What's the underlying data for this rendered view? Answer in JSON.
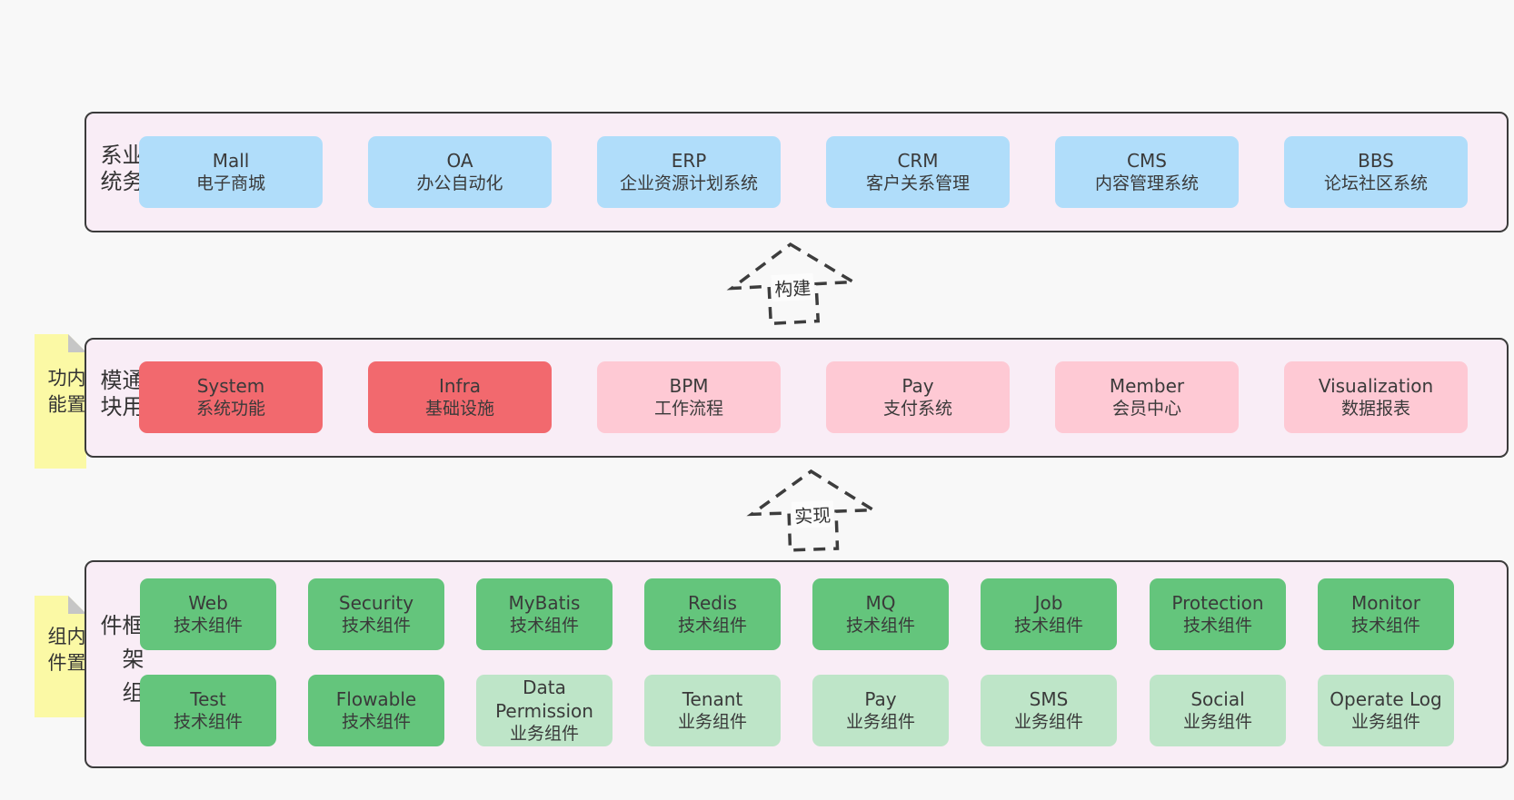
{
  "palette": {
    "page_bg": "#f8f8f8",
    "panel_bg": "#f9edf6",
    "panel_border": "#3b3b3b",
    "blue": "#b0ddfa",
    "red": "#f2696e",
    "pink": "#fec9d4",
    "green": "#64c57c",
    "light_green": "#bee5c8",
    "tag_yellow": "#fbf9a5",
    "tag_fold": "#c6c6c6",
    "text": "#3a3a3a"
  },
  "arrows": {
    "build": {
      "label": "构建"
    },
    "implement": {
      "label": "实现"
    }
  },
  "sections": {
    "business": {
      "label": "业务系统",
      "boxes": [
        {
          "title": "Mall",
          "subtitle": "电子商城"
        },
        {
          "title": "OA",
          "subtitle": "办公自动化"
        },
        {
          "title": "ERP",
          "subtitle": "企业资源计划系统"
        },
        {
          "title": "CRM",
          "subtitle": "客户关系管理"
        },
        {
          "title": "CMS",
          "subtitle": "内容管理系统"
        },
        {
          "title": "BBS",
          "subtitle": "论坛社区系统"
        }
      ]
    },
    "modules": {
      "label": "通用模块",
      "tag": "内置功能",
      "boxes": [
        {
          "title": "System",
          "subtitle": "系统功能"
        },
        {
          "title": "Infra",
          "subtitle": "基础设施"
        },
        {
          "title": "BPM",
          "subtitle": "工作流程"
        },
        {
          "title": "Pay",
          "subtitle": "支付系统"
        },
        {
          "title": "Member",
          "subtitle": "会员中心"
        },
        {
          "title": "Visualization",
          "subtitle": "数据报表"
        }
      ]
    },
    "components": {
      "label": "框架组件",
      "tag": "内置组件",
      "row1": [
        {
          "title": "Web",
          "subtitle": "技术组件"
        },
        {
          "title": "Security",
          "subtitle": "技术组件"
        },
        {
          "title": "MyBatis",
          "subtitle": "技术组件"
        },
        {
          "title": "Redis",
          "subtitle": "技术组件"
        },
        {
          "title": "MQ",
          "subtitle": "技术组件"
        },
        {
          "title": "Job",
          "subtitle": "技术组件"
        },
        {
          "title": "Protection",
          "subtitle": "技术组件"
        },
        {
          "title": "Monitor",
          "subtitle": "技术组件"
        }
      ],
      "row2": [
        {
          "title": "Test",
          "subtitle": "技术组件"
        },
        {
          "title": "Flowable",
          "subtitle": "技术组件"
        },
        {
          "title": "Data Permission",
          "subtitle": "业务组件"
        },
        {
          "title": "Tenant",
          "subtitle": "业务组件"
        },
        {
          "title": "Pay",
          "subtitle": "业务组件"
        },
        {
          "title": "SMS",
          "subtitle": "业务组件"
        },
        {
          "title": "Social",
          "subtitle": "业务组件"
        },
        {
          "title": "Operate Log",
          "subtitle": "业务组件"
        }
      ]
    }
  }
}
